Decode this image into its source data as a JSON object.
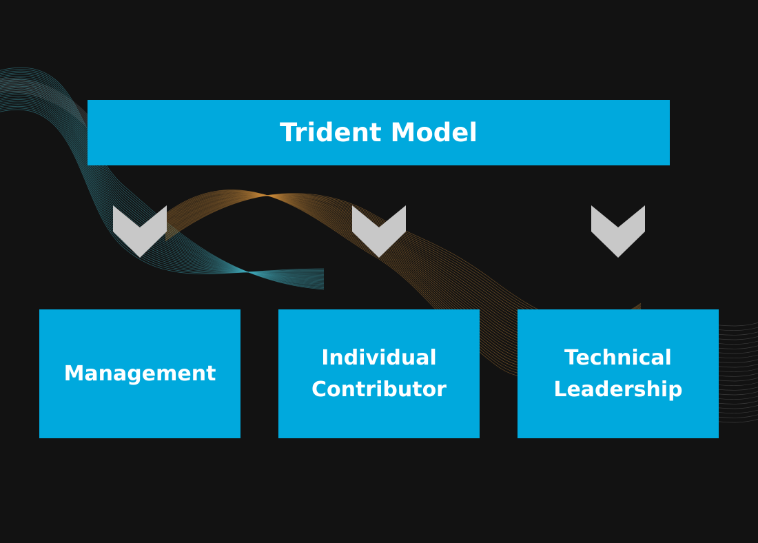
{
  "title": "Trident Model",
  "categories": [
    {
      "label": "Management"
    },
    {
      "label": "Individual\nContributor"
    },
    {
      "label": "Technical\nLeadership"
    }
  ],
  "colors": {
    "background": "#121212",
    "box": "#00a9dd",
    "text": "#ffffff",
    "arrow": "#c8c8c8",
    "wave_teal": "#3fa7b8",
    "wave_orange": "#c98a3a"
  },
  "icons": [
    "chevron-down-icon",
    "chevron-down-icon",
    "chevron-down-icon"
  ]
}
